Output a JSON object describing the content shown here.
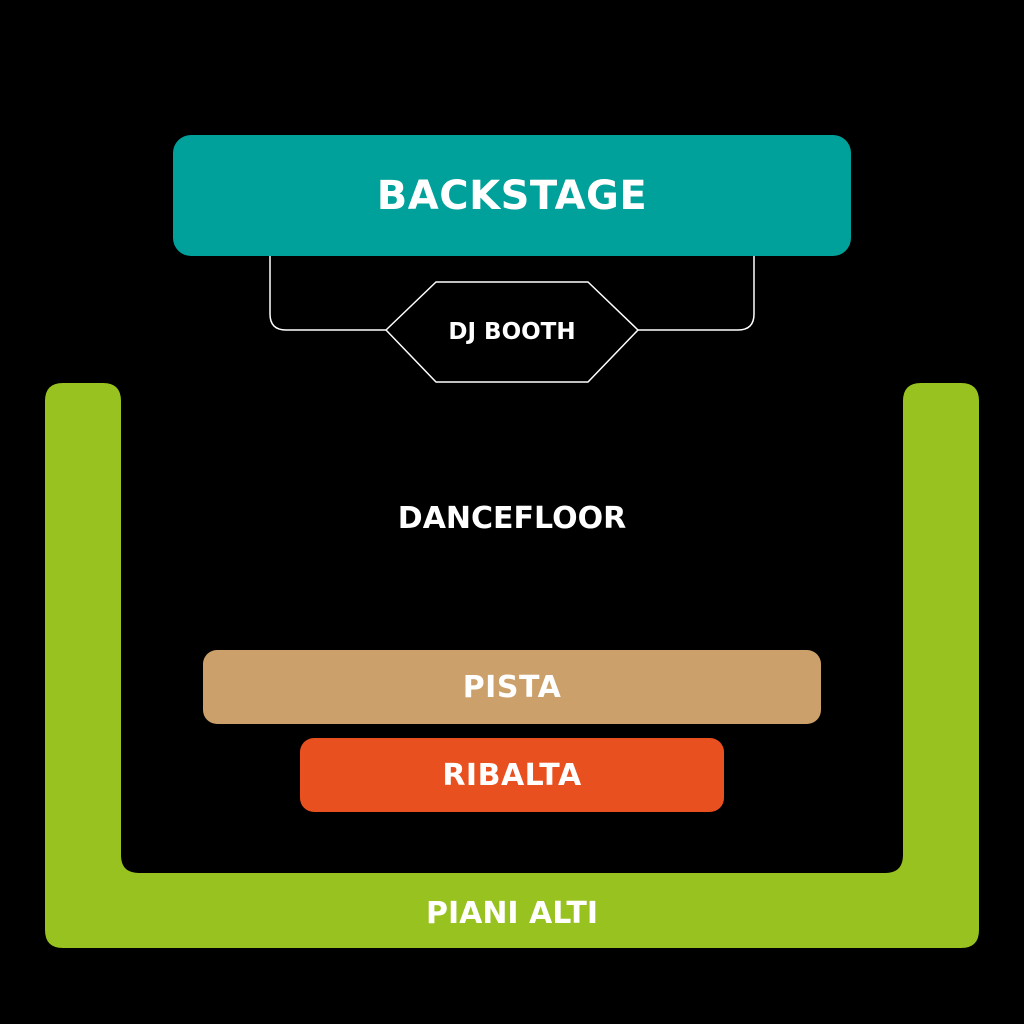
{
  "map": {
    "background": "#000000",
    "zones": {
      "backstage": {
        "label": "BACKSTAGE",
        "color": "#00a19a"
      },
      "dj_booth": {
        "label": "DJ BOOTH",
        "outline_color": "#ffffff"
      },
      "dancefloor": {
        "label": "DANCEFLOOR"
      },
      "pista": {
        "label": "PISTA",
        "color": "#cba06b"
      },
      "ribalta": {
        "label": "RIBALTA",
        "color": "#e8501f"
      },
      "piani_alti": {
        "label": "PIANI ALTI",
        "color": "#97c21f"
      }
    }
  }
}
